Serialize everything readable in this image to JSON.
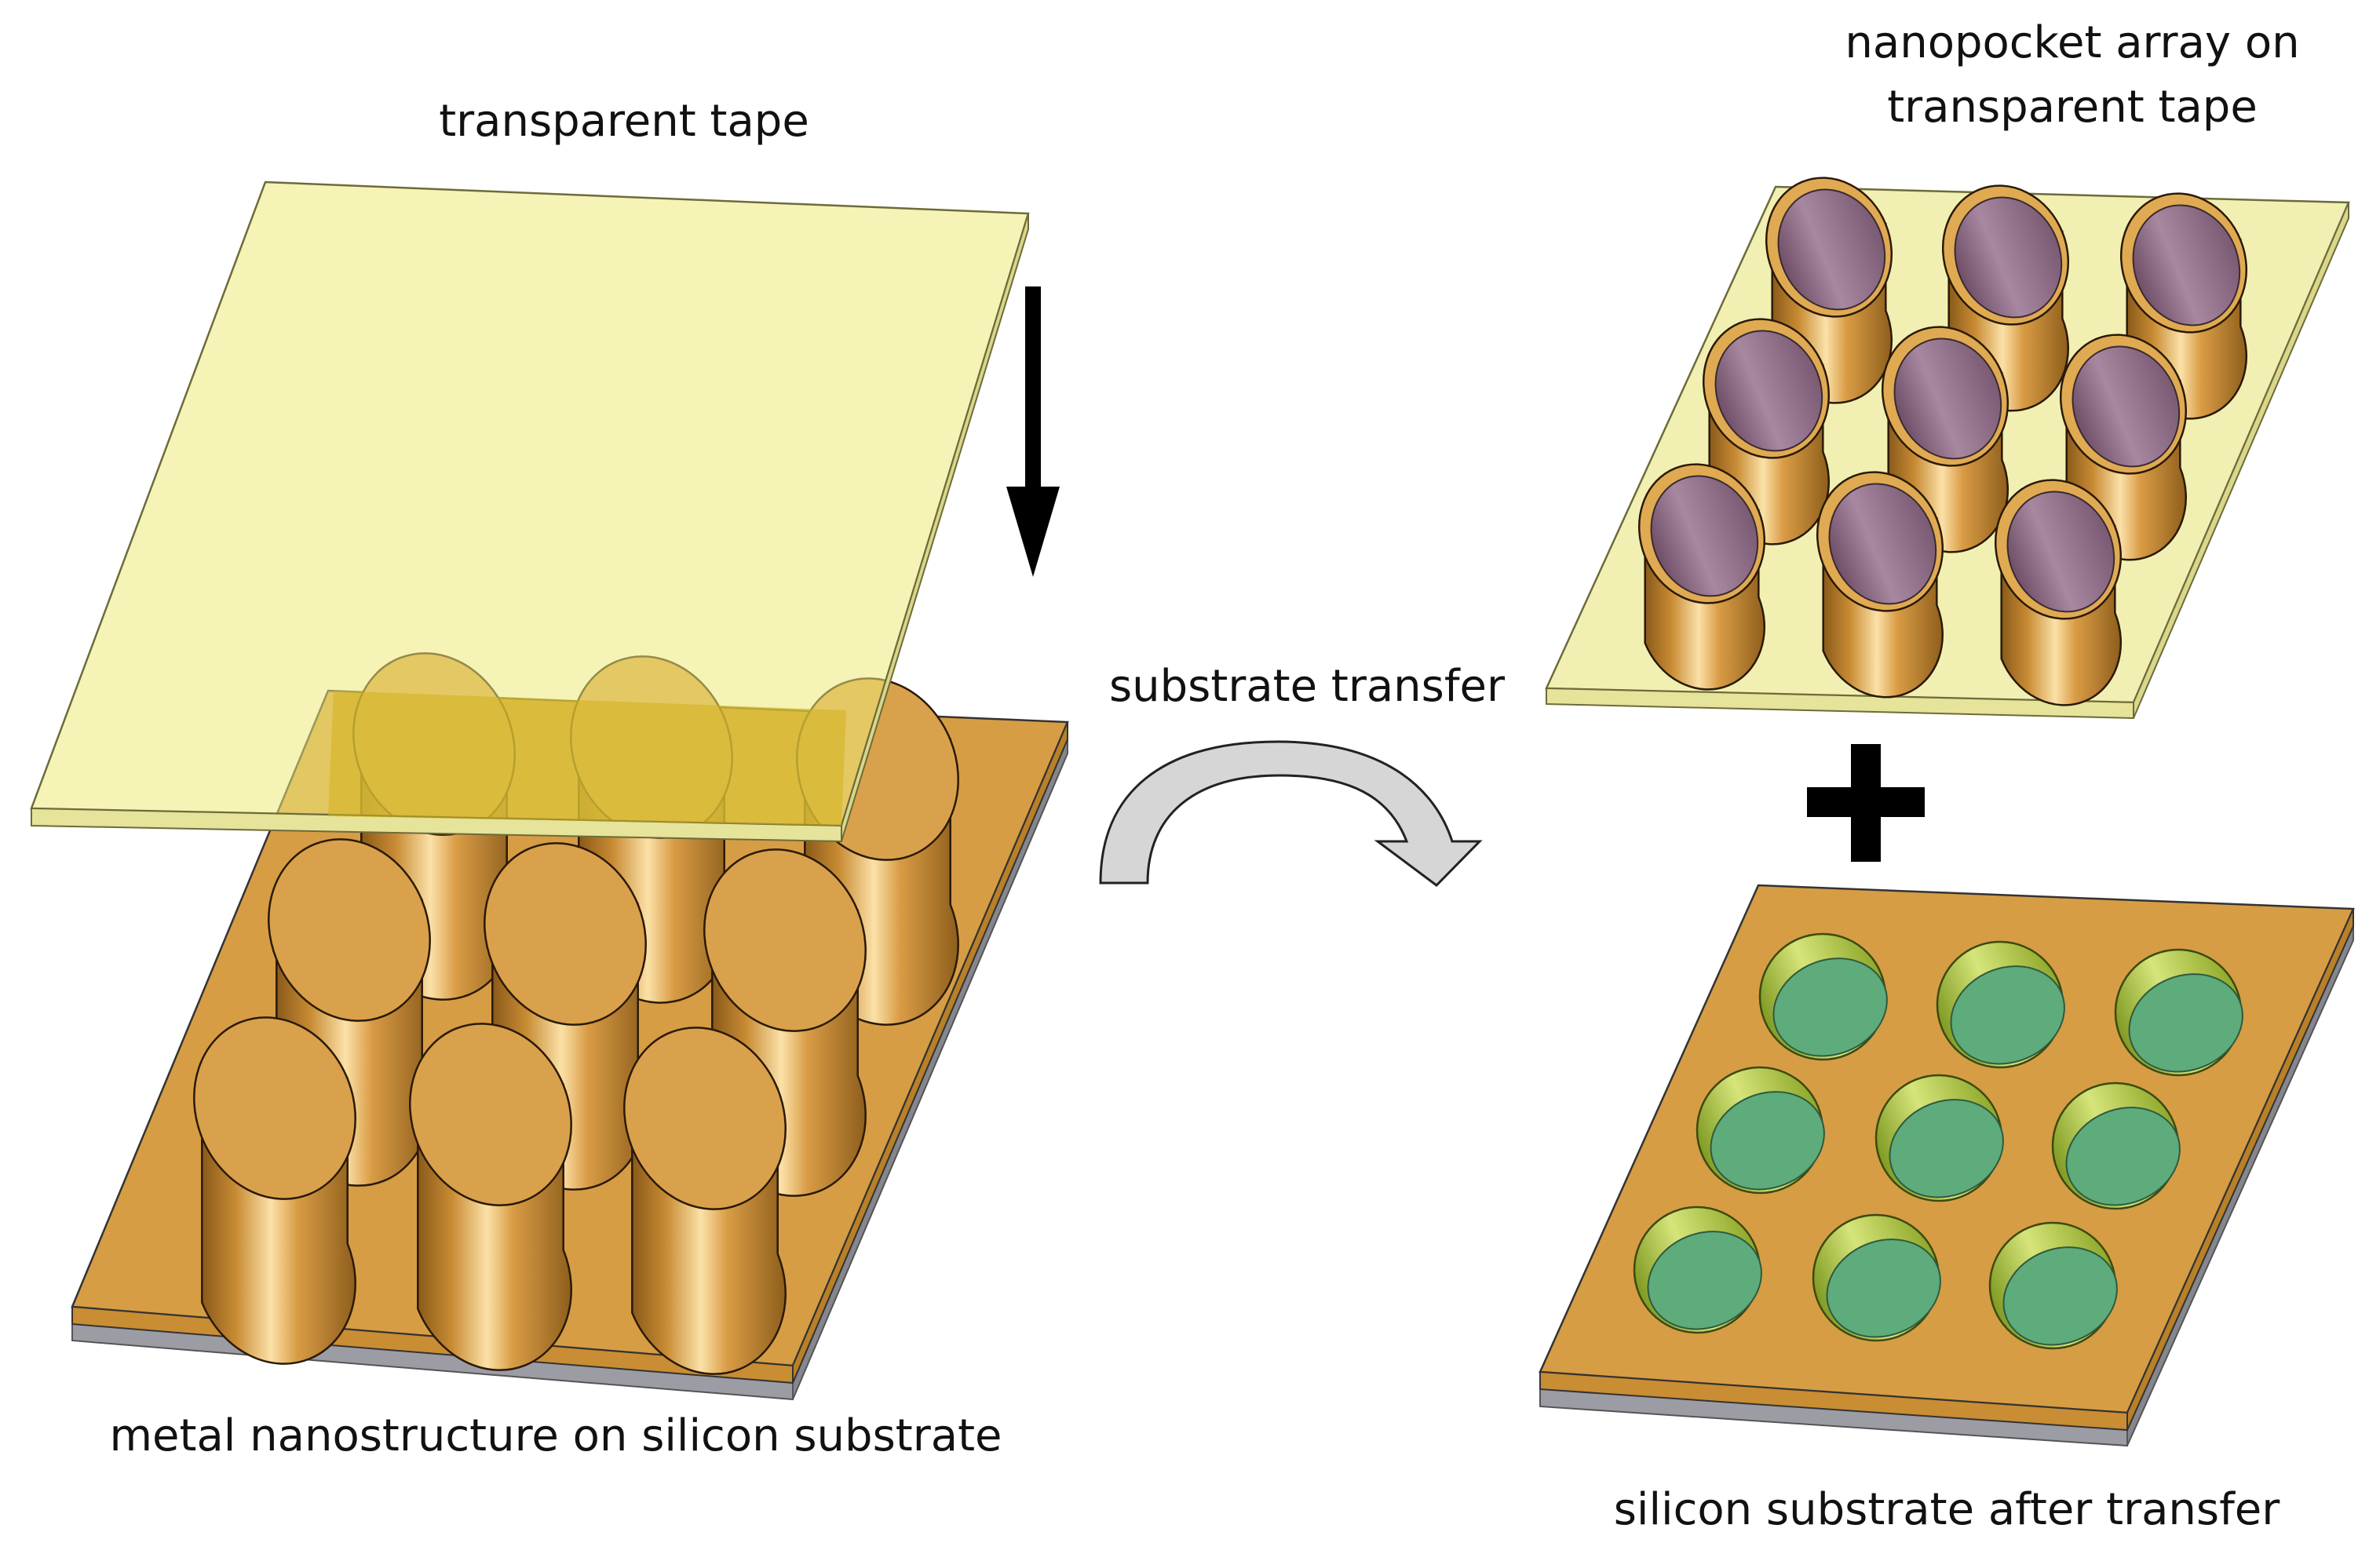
{
  "labels": {
    "tape": "transparent tape",
    "nanopocket_line1": "nanopocket array on",
    "nanopocket_line2": "transparent tape",
    "transfer": "substrate transfer",
    "metal": "metal nanostructure on silicon substrate",
    "after": "silicon substrate after transfer"
  },
  "icons": {
    "down_arrow": "down-arrow-icon",
    "curved_arrow": "curved-arrow-icon",
    "plus": "plus-icon"
  },
  "colors": {
    "tape": "#f1f0b2",
    "tape_edge": "#e4e39a",
    "gold": "#d69d45",
    "gold_side": "#c99032",
    "silicon": "#9c9ca4",
    "pillar_top": "#d9a14b",
    "pocket_inner": "#8e6a86",
    "hole_fill": "#5eab7c",
    "hole_wall": "#a4bf36"
  }
}
